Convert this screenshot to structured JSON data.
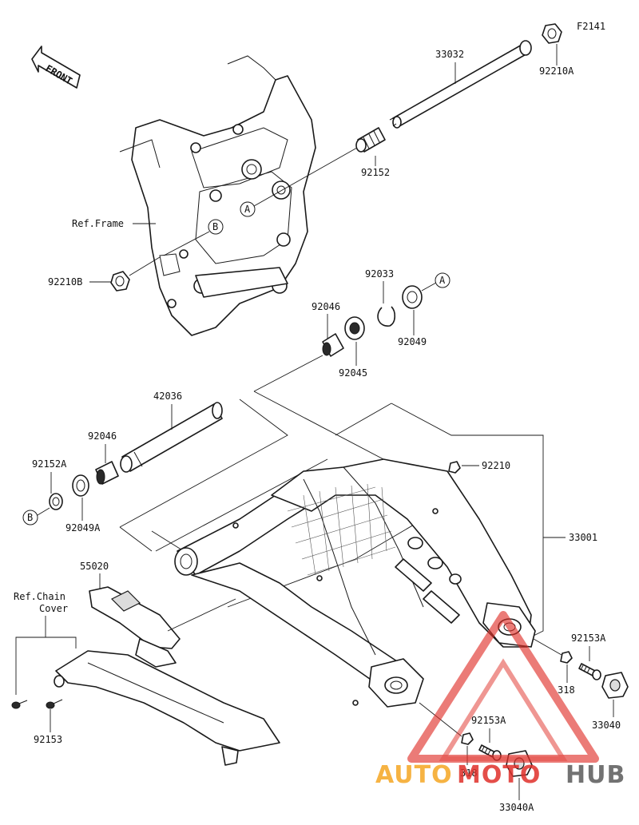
{
  "figure_code": "F2141",
  "front_arrow_label": "FRONT",
  "ref_labels": {
    "frame": "Ref.Frame",
    "chain_cover_line1": "Ref.Chain",
    "chain_cover_line2": "Cover"
  },
  "callouts": {
    "a_upper": "A",
    "a_lower": "A",
    "b_upper": "B",
    "b_lower": "B"
  },
  "parts": {
    "p33032": "33032",
    "p92210A": "92210A",
    "p92152": "92152",
    "p92210B": "92210B",
    "p92033": "92033",
    "p92046_upper": "92046",
    "p92049": "92049",
    "p92045": "92045",
    "p42036": "42036",
    "p92046_lower": "92046",
    "p92152A": "92152A",
    "p92049A": "92049A",
    "p92210": "92210",
    "p33001": "33001",
    "p55020": "55020",
    "p92153A_right": "92153A",
    "p318_right": "318",
    "p33040": "33040",
    "p92153A_lower": "92153A",
    "p318_lower": "318",
    "p33040A": "33040A",
    "p92153": "92153"
  },
  "watermark": {
    "part1": "AUTO",
    "part2": "MOTO",
    "part3": "HUB",
    "color_orange": "#f5a623",
    "color_red": "#e0302a",
    "color_grey": "#5a5a5a"
  }
}
